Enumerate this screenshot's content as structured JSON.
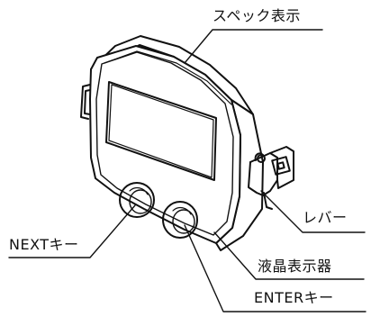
{
  "labels": {
    "spec_display": "スペック表示",
    "lever": "レバー",
    "next_key": "NEXTキー",
    "lcd": "液晶表示器",
    "enter_key": "ENTERキー"
  }
}
